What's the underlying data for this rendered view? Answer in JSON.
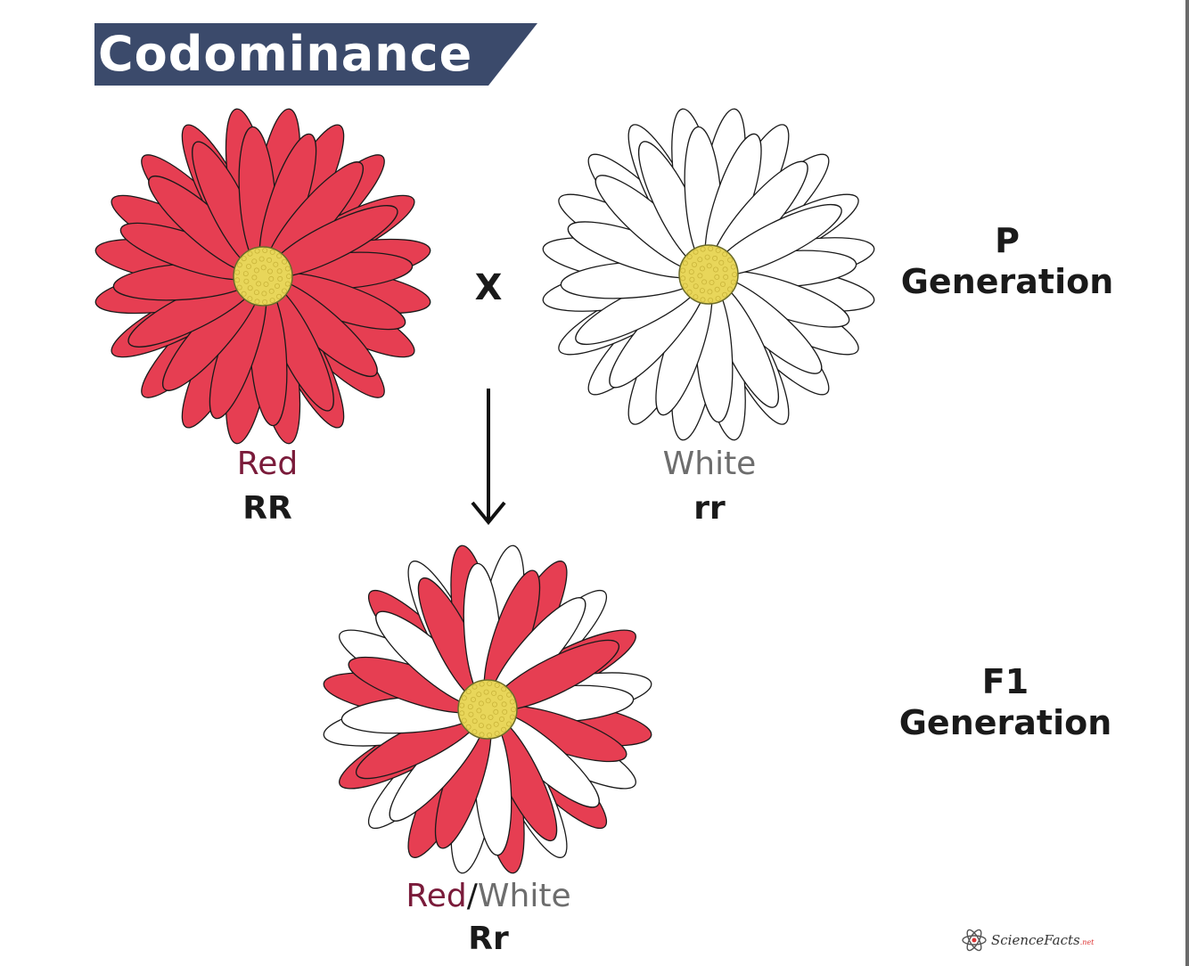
{
  "title": "Codominance",
  "cross_symbol": "X",
  "parents": [
    {
      "phenotype": "Red",
      "genotype": "RR"
    },
    {
      "phenotype": "White",
      "genotype": "rr"
    }
  ],
  "offspring": {
    "phenotype_first": "Red",
    "separator": "/",
    "phenotype_second": "White",
    "genotype": "Rr"
  },
  "generation_labels": {
    "p_line1": "P",
    "p_line2": "Generation",
    "f1_line1": "F1",
    "f1_line2": "Generation"
  },
  "logo": {
    "name": "ScienceFacts",
    "suffix": ".net"
  },
  "colors": {
    "banner": "#3b4a6b",
    "petal_red": "#e63e52",
    "petal_white": "#ffffff",
    "center": "#e8d65a",
    "red_text": "#7a1b3a",
    "white_text": "#6d6d6d"
  }
}
